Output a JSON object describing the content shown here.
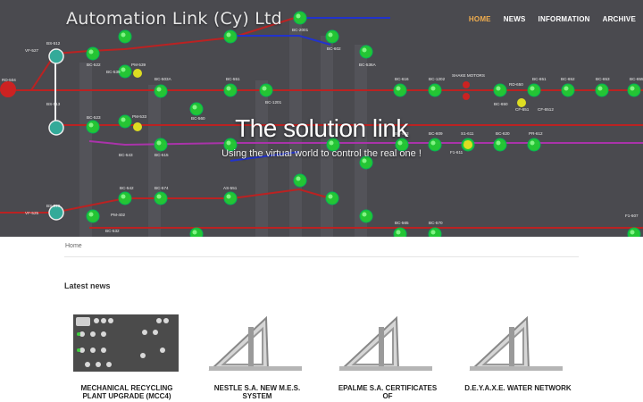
{
  "brand": "Automation Link (Cy) Ltd",
  "nav": [
    {
      "label": "HOME",
      "active": true
    },
    {
      "label": "NEWS",
      "active": false
    },
    {
      "label": "INFORMATION",
      "active": false
    },
    {
      "label": "ARCHIVE",
      "active": false
    }
  ],
  "hero": {
    "title": "The solution link",
    "subtitle": "Using the virtual world to control the real one !"
  },
  "breadcrumb": "Home",
  "latest_heading": "Latest news",
  "news": [
    {
      "title": "MECHANICAL RECYCLING PLANT UPGRADE (MCC4)",
      "thumb": "control-panel-thumbnail"
    },
    {
      "title": "NESTLE S.A. NEW M.E.S. SYSTEM",
      "thumb": "al-logo-thumbnail"
    },
    {
      "title": "EPALME S.A. CERTIFICATES OF",
      "thumb": "al-logo-thumbnail"
    },
    {
      "title": "D.E.Y.A.X.E. WATER NETWORK",
      "thumb": "al-logo-thumbnail"
    }
  ],
  "diagram_labels": [
    "RD-504",
    "VF-527",
    "BS-512",
    "BC-522",
    "BC-539",
    "PM-539",
    "BS-513",
    "BC-523",
    "PM-533",
    "BC-543",
    "BC-515",
    "BC-503A",
    "BC-551",
    "BC-1201",
    "BC-560",
    "BC-2001",
    "BC-602",
    "BC-536A",
    "BC-616",
    "BC-1202",
    "SHAKE MOTORS",
    "BC-650",
    "RD-650",
    "BC-651",
    "CF-651",
    "CF-6512",
    "BC-652",
    "BC-653",
    "BC-655",
    "BC-603",
    "BC-609",
    "S1-611",
    "F1-611",
    "BC-620",
    "PR-612",
    "BC-542",
    "BC-574",
    "AS-551",
    "PM-402",
    "BC-532",
    "VF-525",
    "BS-510",
    "BC-565",
    "BC-570",
    "F1-607"
  ]
}
